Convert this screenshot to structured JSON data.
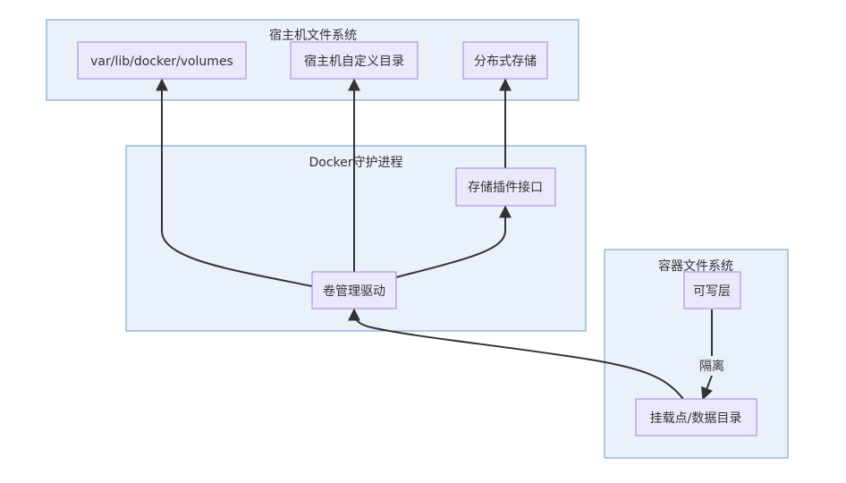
{
  "clusters": {
    "host_fs": "宿主机文件系统",
    "docker_daemon": "Docker守护进程",
    "container_fs": "容器文件系统"
  },
  "nodes": {
    "volumes_dir": "var/lib/docker/volumes",
    "host_custom_dir": "宿主机自定义目录",
    "distributed_storage": "分布式存储",
    "storage_plugin": "存储插件接口",
    "volume_driver": "卷管理驱动",
    "writable_layer": "可写层",
    "mount_point": "挂载点/数据目录"
  },
  "edges": {
    "isolation_label": "隔离"
  },
  "colors": {
    "cluster_fill": "#eaf1fb",
    "cluster_stroke": "#6b9bc7",
    "node_fill": "#ece8fb",
    "node_stroke": "#9b87d8",
    "edge": "#333333"
  }
}
